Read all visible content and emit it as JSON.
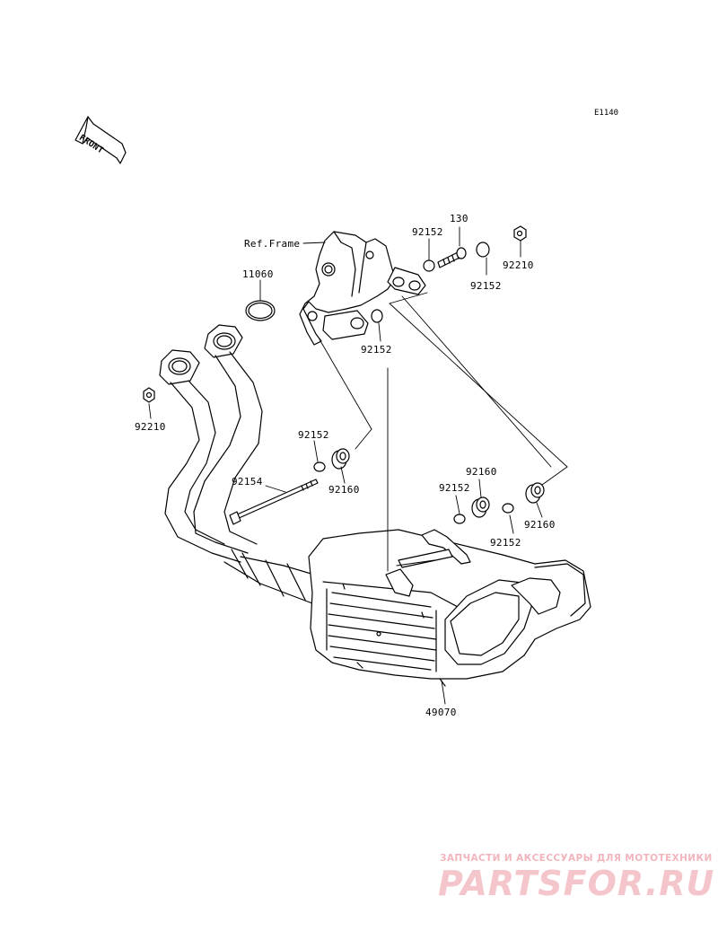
{
  "diagram_code": "E1140",
  "front_label": "FRONT",
  "ref_label": "Ref.Frame",
  "parts": {
    "p130": "130",
    "p92152_a": "92152",
    "p92210_top": "92210",
    "p92152_b": "92152",
    "p11060": "11060",
    "p92152_c": "92152",
    "p92210_left": "92210",
    "p92152_d": "92152",
    "p92154": "92154",
    "p92160_a": "92160",
    "p92160_b": "92160",
    "p92152_e": "92152",
    "p92152_f": "92152",
    "p92160_c": "92160",
    "p49070": "49070"
  },
  "watermark": {
    "subtitle": "ЗАПЧАСТИ И АКСЕССУАРЫ ДЛЯ МОТОТЕХНИКИ",
    "brand": "PARTSFOR.RU"
  }
}
